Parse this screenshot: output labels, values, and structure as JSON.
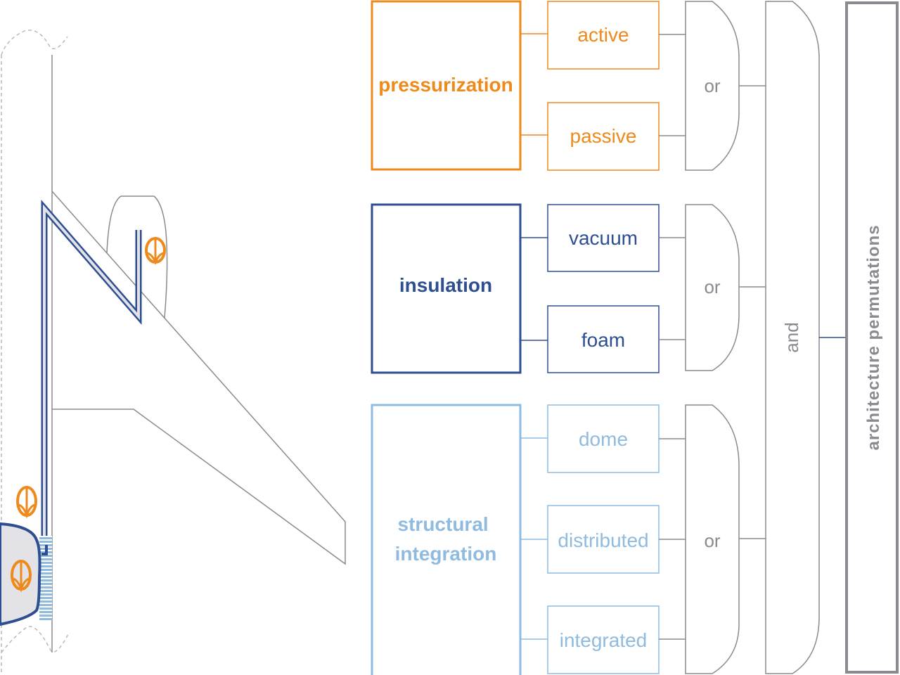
{
  "colors": {
    "pressurization": "#ee8a1c",
    "insulation": "#2e4e92",
    "structural": "#8fbbe0",
    "gate": "#8a8a90",
    "aircraft_line": "#8a8a90",
    "emblem": "#ee8a1c",
    "fuel_fill": "#e3e2e6"
  },
  "categories": [
    {
      "id": "pressurization",
      "label": "pressurization",
      "options": [
        "active",
        "passive"
      ],
      "gate_label": "or"
    },
    {
      "id": "insulation",
      "label": "insulation",
      "options": [
        "vacuum",
        "foam"
      ],
      "gate_label": "or"
    },
    {
      "id": "structural",
      "label_lines": [
        "structural",
        "integration"
      ],
      "options": [
        "dome",
        "distributed",
        "integrated"
      ],
      "gate_label": "or"
    }
  ],
  "and_gate_label": "and",
  "result_label": "architecture permutations",
  "aircraft": {
    "icons": [
      "hydrogen-tank-emblem-icon",
      "hydrogen-tank-emblem-icon",
      "hydrogen-tank-emblem-icon"
    ]
  }
}
